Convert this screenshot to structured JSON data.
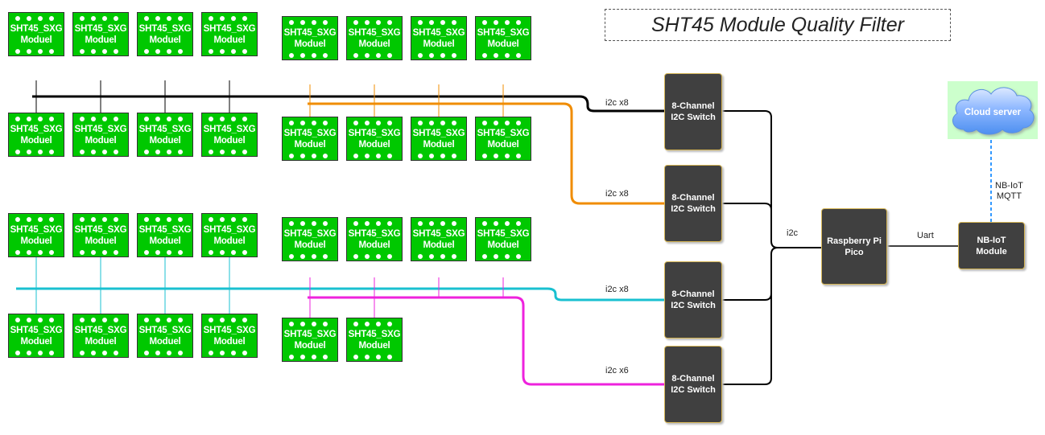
{
  "title": "SHT45 Module Quality Filter",
  "module_label": "SHT45_SXG\nModuel",
  "switch_label": "8-Channel\nI2C Switch",
  "pico_label": "Raspberry Pi\nPico",
  "nbiot_label": "NB-IoT\nModule",
  "cloud_label": "Cloud server",
  "edge_labels": {
    "bus1": "i2c x8",
    "bus2": "i2c x8",
    "bus3": "i2c x8",
    "bus4": "i2c x6",
    "i2c": "i2c",
    "uart": "Uart",
    "nbiot": "NB-IoT\nMQTT"
  },
  "colors": {
    "module_fill": "#00c800",
    "switch_fill": "#404040",
    "bus_black": "#000000",
    "bus_orange": "#f08c00",
    "bus_cyan": "#19c0d0",
    "bus_magenta": "#ee22dd",
    "cloud_fill": "#66aaff",
    "cloud_bg": "#ccffcc",
    "mqtt_line": "#3399ff"
  },
  "groups": [
    {
      "name": "group-1",
      "modules": 8,
      "bus": "i2c x8"
    },
    {
      "name": "group-2",
      "modules": 8,
      "bus": "i2c x8"
    },
    {
      "name": "group-3",
      "modules": 8,
      "bus": "i2c x8"
    },
    {
      "name": "group-4",
      "modules": 6,
      "bus": "i2c x6"
    }
  ]
}
